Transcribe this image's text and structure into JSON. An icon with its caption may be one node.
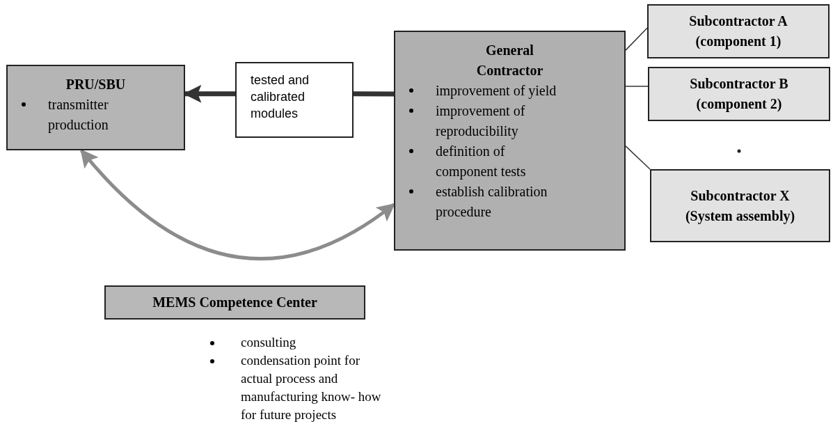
{
  "diagram": {
    "nodes": [
      {
        "text": [
          "PRU/SBU",
          "transmitter production"
        ]
      },
      {
        "text": [
          "tested and calibrated modules"
        ]
      },
      {
        "text": [
          "General Contractor",
          "improvement of yield",
          "improvement of reproducibility",
          "definition of component tests",
          "establish calibration procedure"
        ]
      },
      {
        "text": [
          "Subcontractor A (component 1)"
        ]
      },
      {
        "text": [
          "Subcontractor B (component 2)"
        ]
      },
      {
        "text": [
          "Subcontractor X (System assembly)"
        ]
      },
      {
        "text": [
          "MEMS Competence Center"
        ],
        "beside": [
          "consulting",
          "condensation point for actual process and manufacturing know- how for future projects"
        ]
      }
    ],
    "edges": [
      {
        "from": 2,
        "to": 1,
        "arrow": "none",
        "style": "thick"
      },
      {
        "from": 1,
        "to": 0,
        "arrow": "to",
        "style": "thick"
      },
      {
        "from": 0,
        "to": 2,
        "arrow": "both",
        "style": "thick",
        "color": "#8c8c8c"
      },
      {
        "from": 2,
        "to": 3,
        "arrow": "none"
      },
      {
        "from": 2,
        "to": 4,
        "arrow": "none"
      },
      {
        "from": 2,
        "to": 5,
        "arrow": "none"
      }
    ]
  }
}
